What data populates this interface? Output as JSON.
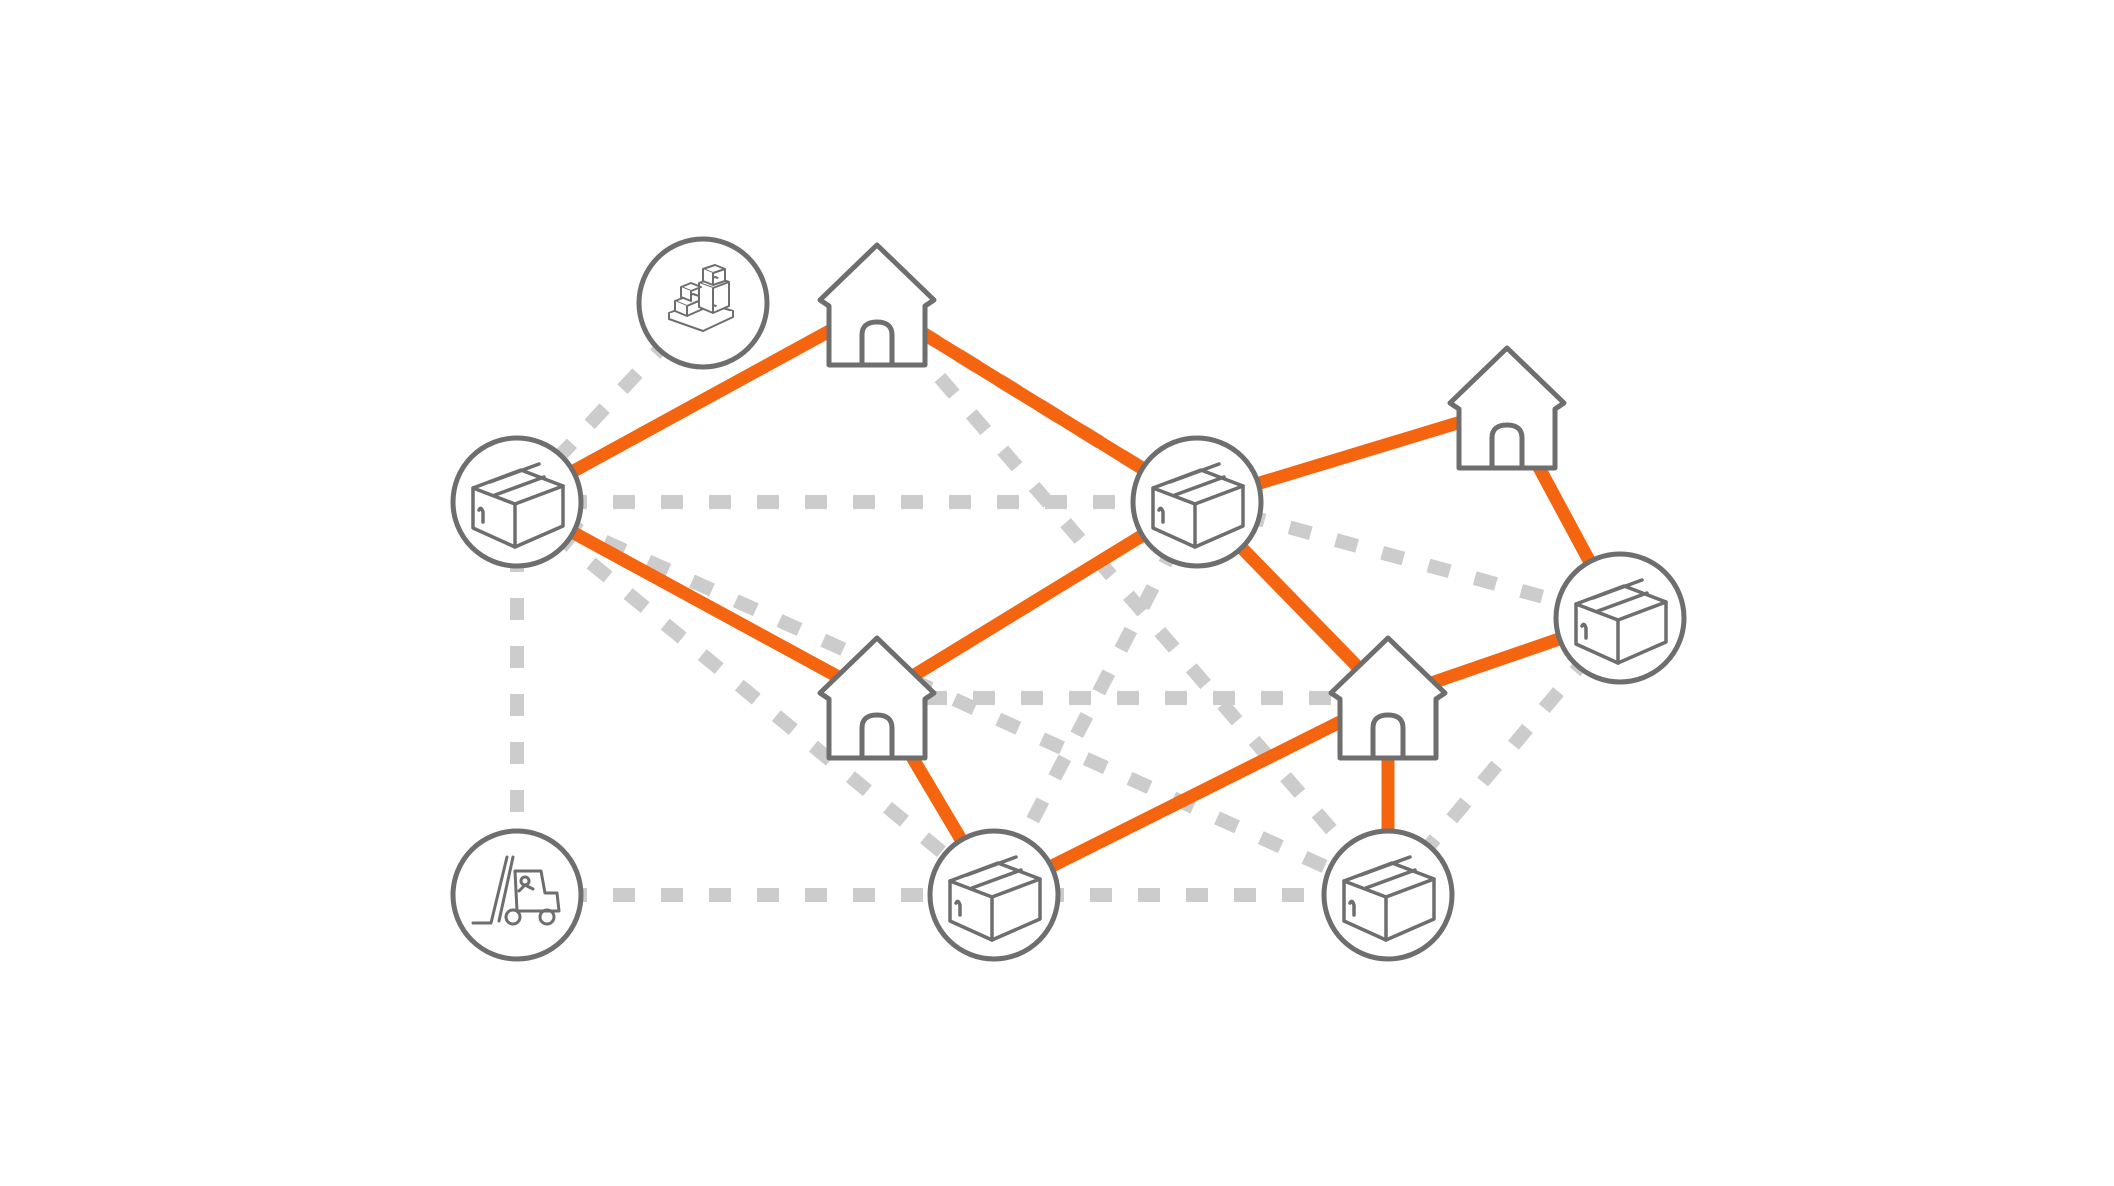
{
  "diagram": {
    "type": "delivery-network",
    "colors": {
      "background": "#ffffff",
      "active_route": "#f5650f",
      "possible_route": "#cccccc",
      "node_outline": "#6e6e6e"
    },
    "nodes": [
      {
        "id": "pallets",
        "kind": "pallet-stack",
        "icon": "pallet-boxes-icon"
      },
      {
        "id": "house-1",
        "kind": "house",
        "icon": "house-icon"
      },
      {
        "id": "house-2",
        "kind": "house",
        "icon": "house-icon"
      },
      {
        "id": "house-3",
        "kind": "house",
        "icon": "house-icon"
      },
      {
        "id": "house-4",
        "kind": "house",
        "icon": "house-icon"
      },
      {
        "id": "box-1",
        "kind": "package",
        "icon": "package-box-icon"
      },
      {
        "id": "box-2",
        "kind": "package",
        "icon": "package-box-icon"
      },
      {
        "id": "box-3",
        "kind": "package",
        "icon": "package-box-icon"
      },
      {
        "id": "box-4",
        "kind": "package",
        "icon": "package-box-icon"
      },
      {
        "id": "box-5",
        "kind": "package",
        "icon": "package-box-icon"
      },
      {
        "id": "forklift",
        "kind": "forklift",
        "icon": "forklift-icon"
      }
    ],
    "active_routes": [
      [
        "box-1",
        "house-1"
      ],
      [
        "house-1",
        "box-2"
      ],
      [
        "box-2",
        "house-2"
      ],
      [
        "house-2",
        "box-5"
      ],
      [
        "box-1",
        "house-3"
      ],
      [
        "house-3",
        "box-2"
      ],
      [
        "house-3",
        "box-3"
      ],
      [
        "box-3",
        "house-4"
      ],
      [
        "box-2",
        "house-4"
      ],
      [
        "house-4",
        "box-5"
      ],
      [
        "house-4",
        "box-4"
      ]
    ],
    "possible_routes": [
      [
        "pallets",
        "box-1"
      ],
      [
        "box-1",
        "box-2"
      ],
      [
        "box-1",
        "forklift"
      ],
      [
        "forklift",
        "box-3"
      ],
      [
        "box-3",
        "box-4"
      ],
      [
        "house-1",
        "box-4"
      ],
      [
        "house-1",
        "box-2"
      ],
      [
        "box-1",
        "box-3"
      ],
      [
        "box-1",
        "box-4"
      ],
      [
        "box-2",
        "box-5"
      ],
      [
        "box-2",
        "box-3"
      ],
      [
        "box-5",
        "box-4"
      ],
      [
        "house-3",
        "house-4"
      ]
    ]
  }
}
